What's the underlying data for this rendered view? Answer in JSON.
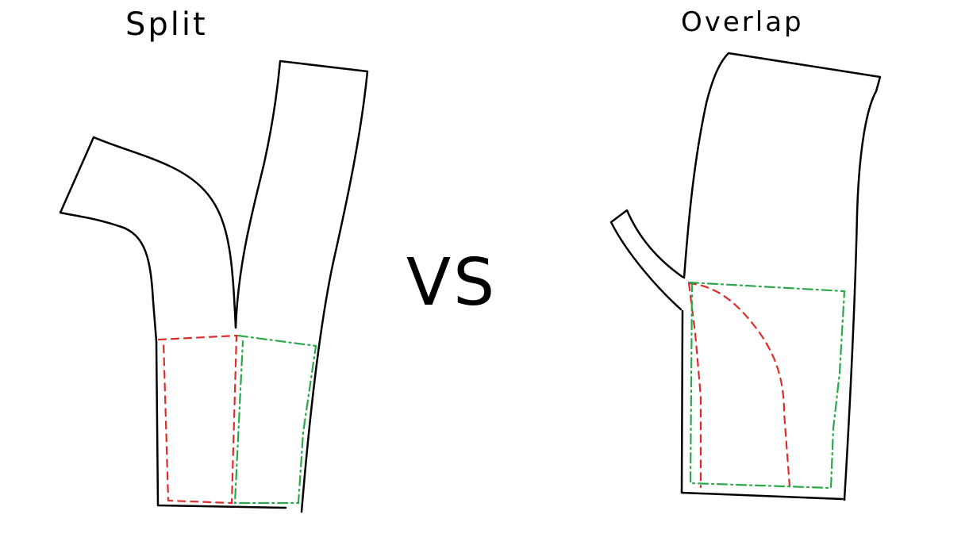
{
  "titles": {
    "left": "Split",
    "middle": "VS",
    "right": "Overlap"
  },
  "colors": {
    "outline": "#000000",
    "region_red": "#e02b2b",
    "region_green": "#2aa84a"
  }
}
